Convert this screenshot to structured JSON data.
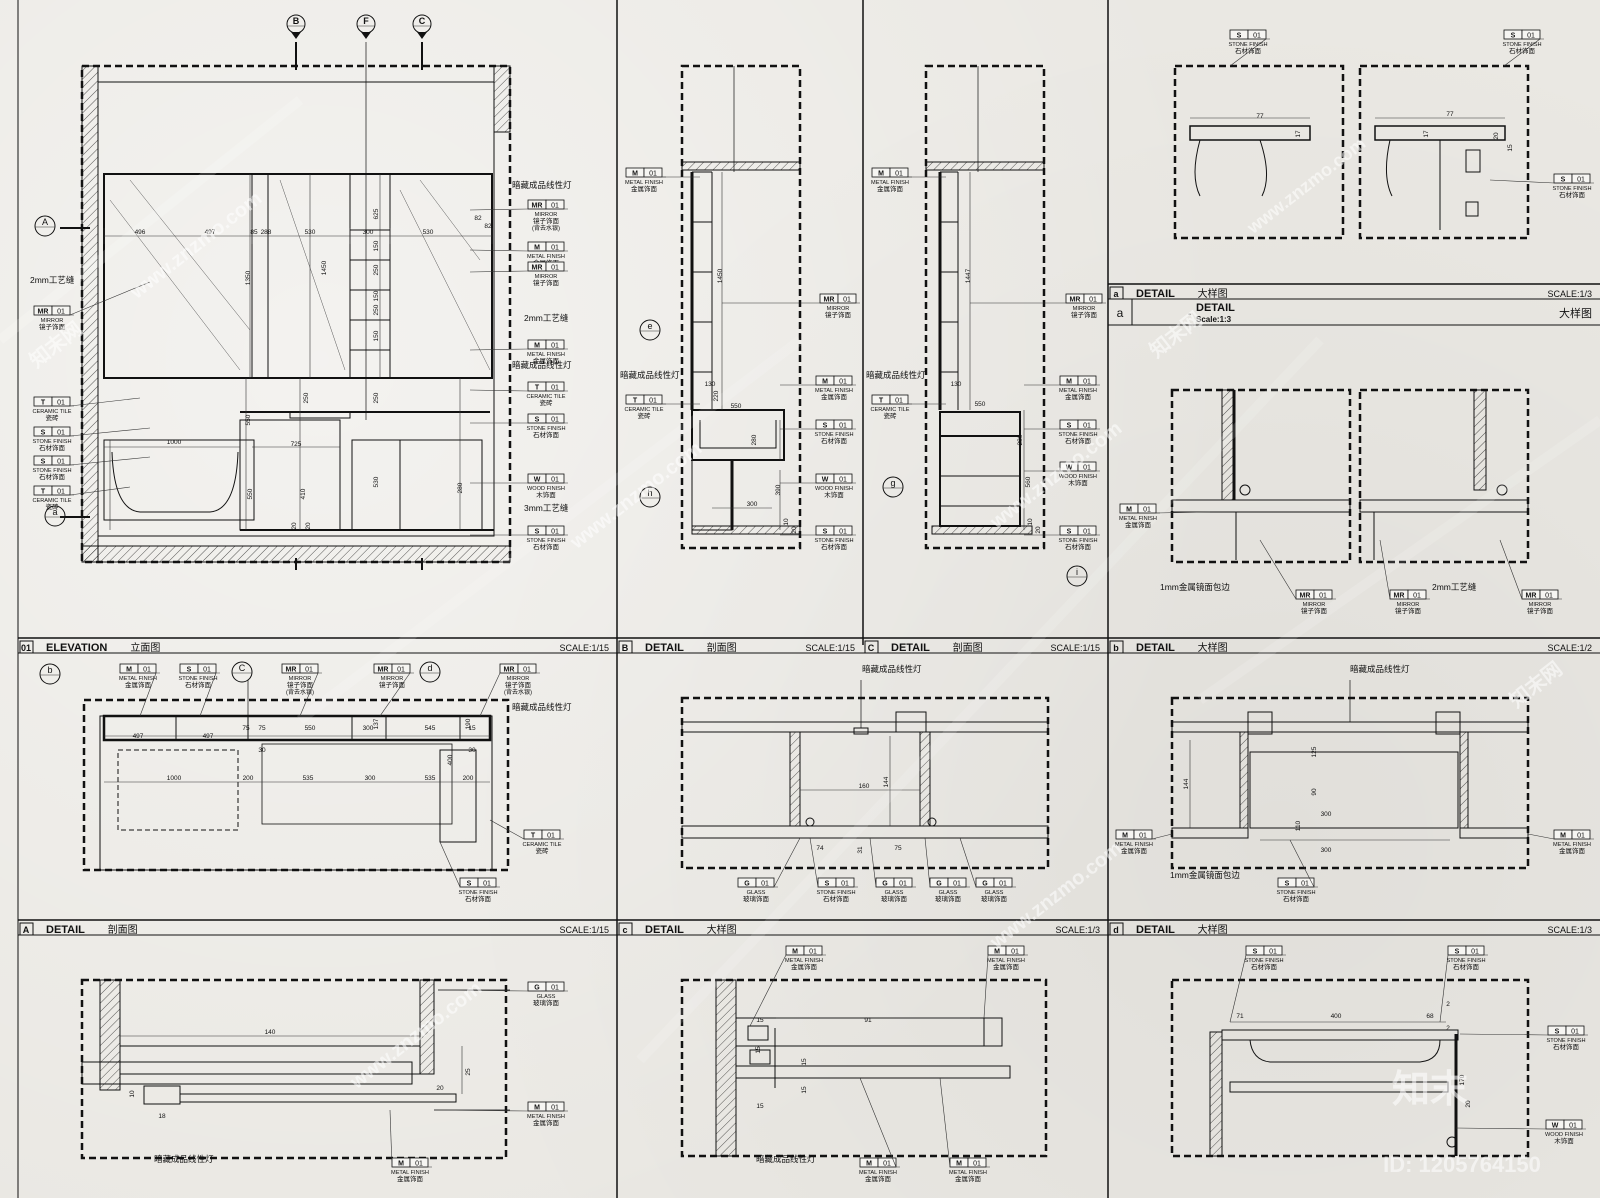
{
  "panels": {
    "elevation": {
      "id": "01",
      "name": "ELEVATION",
      "cn": "立面图",
      "scale": "SCALE:1/15"
    },
    "detail_b_section": {
      "id": "B",
      "name": "DETAIL",
      "cn": "剖面图",
      "scale": "SCALE:1/15"
    },
    "detail_c_section": {
      "id": "C",
      "name": "DETAIL",
      "cn": "剖面图",
      "scale": "SCALE:1/15"
    },
    "detail_a_large": {
      "id": "a",
      "name": "DETAIL",
      "cn": "大样图",
      "scale": "SCALE:1/3"
    },
    "detail_a_sub": {
      "id": "a",
      "name": "DETAIL",
      "scale": "Scale:1:3",
      "cn": "大样图",
      "dash": "-"
    },
    "detail_b_large": {
      "id": "b",
      "name": "DETAIL",
      "cn": "大样图",
      "scale": "SCALE:1/2"
    },
    "detail_A_section": {
      "id": "A",
      "name": "DETAIL",
      "cn": "剖面图",
      "scale": "SCALE:1/15"
    },
    "detail_c_large": {
      "id": "c",
      "name": "DETAIL",
      "cn": "大样图",
      "scale": "SCALE:1/3"
    },
    "detail_d_large": {
      "id": "d",
      "name": "DETAIL",
      "cn": "大样图",
      "scale": "SCALE:1/3"
    }
  },
  "grid_markers": [
    "B",
    "F",
    "C"
  ],
  "section_markers": {
    "A": "A",
    "a": "a",
    "b": "b",
    "c": "C",
    "d": "d",
    "e": "e",
    "h": "h",
    "g": "g",
    "i": "i"
  },
  "materials": {
    "mr": {
      "code": "MR",
      "num": "01",
      "en": "MIRROR",
      "cn": "镜子饰面"
    },
    "mr_back": {
      "code": "MR",
      "num": "01",
      "en": "MIRROR",
      "cn": "镜子饰面",
      "note": "(背去水银)"
    },
    "m": {
      "code": "M",
      "num": "01",
      "en": "METAL FINISH",
      "cn": "金属饰面"
    },
    "t": {
      "code": "T",
      "num": "01",
      "en": "CERAMIC TILE",
      "cn": "瓷砖"
    },
    "s": {
      "code": "S",
      "num": "01",
      "en": "STONE FINISH",
      "cn": "石材饰面"
    },
    "w": {
      "code": "W",
      "num": "01",
      "en": "WOOD FINISH",
      "cn": "木饰面"
    },
    "g": {
      "code": "G",
      "num": "01",
      "en": "GLASS",
      "cn": "玻璃饰面"
    }
  },
  "notes": {
    "light": "暗藏成品线性灯",
    "gap2": "2mm工艺缝",
    "gap3": "3mm工艺缝",
    "metal_edge": "1mm金属镜面包边"
  },
  "dims": {
    "elev_top": [
      "496",
      "497",
      "85",
      "288",
      "530",
      "300",
      "530",
      "82",
      "82"
    ],
    "elev_vert": [
      "625",
      "150",
      "1450",
      "1350",
      "250",
      "150",
      "250",
      "150",
      "250",
      "550",
      "250",
      "280",
      "530",
      "410",
      "20",
      "20"
    ],
    "elev_bath": [
      "1000",
      "725",
      "550"
    ],
    "plan": [
      "497",
      "497",
      "75",
      "75",
      "550",
      "300",
      "545",
      "15",
      "30",
      "30",
      "400",
      "1000",
      "200",
      "535",
      "300",
      "535",
      "200",
      "190",
      "137"
    ],
    "secB": [
      "1450",
      "130",
      "220",
      "550",
      "280",
      "390",
      "300",
      "10",
      "20"
    ],
    "secC": [
      "1447",
      "130",
      "550",
      "280",
      "560",
      "10",
      "20"
    ],
    "detA": [
      "140",
      "25",
      "20",
      "10",
      "18"
    ],
    "detBsec": [
      "160",
      "144",
      "74",
      "75",
      "31"
    ],
    "detAtop": [
      "77",
      "17",
      "77",
      "20",
      "17",
      "15"
    ],
    "detBlarge": [
      "144",
      "125",
      "90",
      "300",
      "300",
      "110"
    ],
    "detC": [
      "15",
      "91",
      "15",
      "15",
      "15",
      "15"
    ],
    "detD": [
      "71",
      "400",
      "68",
      "2",
      "2",
      "170",
      "20"
    ]
  },
  "watermark": {
    "site": "www.znzmo.com",
    "brand": "知末网",
    "logo": "知末",
    "id": "ID: 1205764150"
  }
}
